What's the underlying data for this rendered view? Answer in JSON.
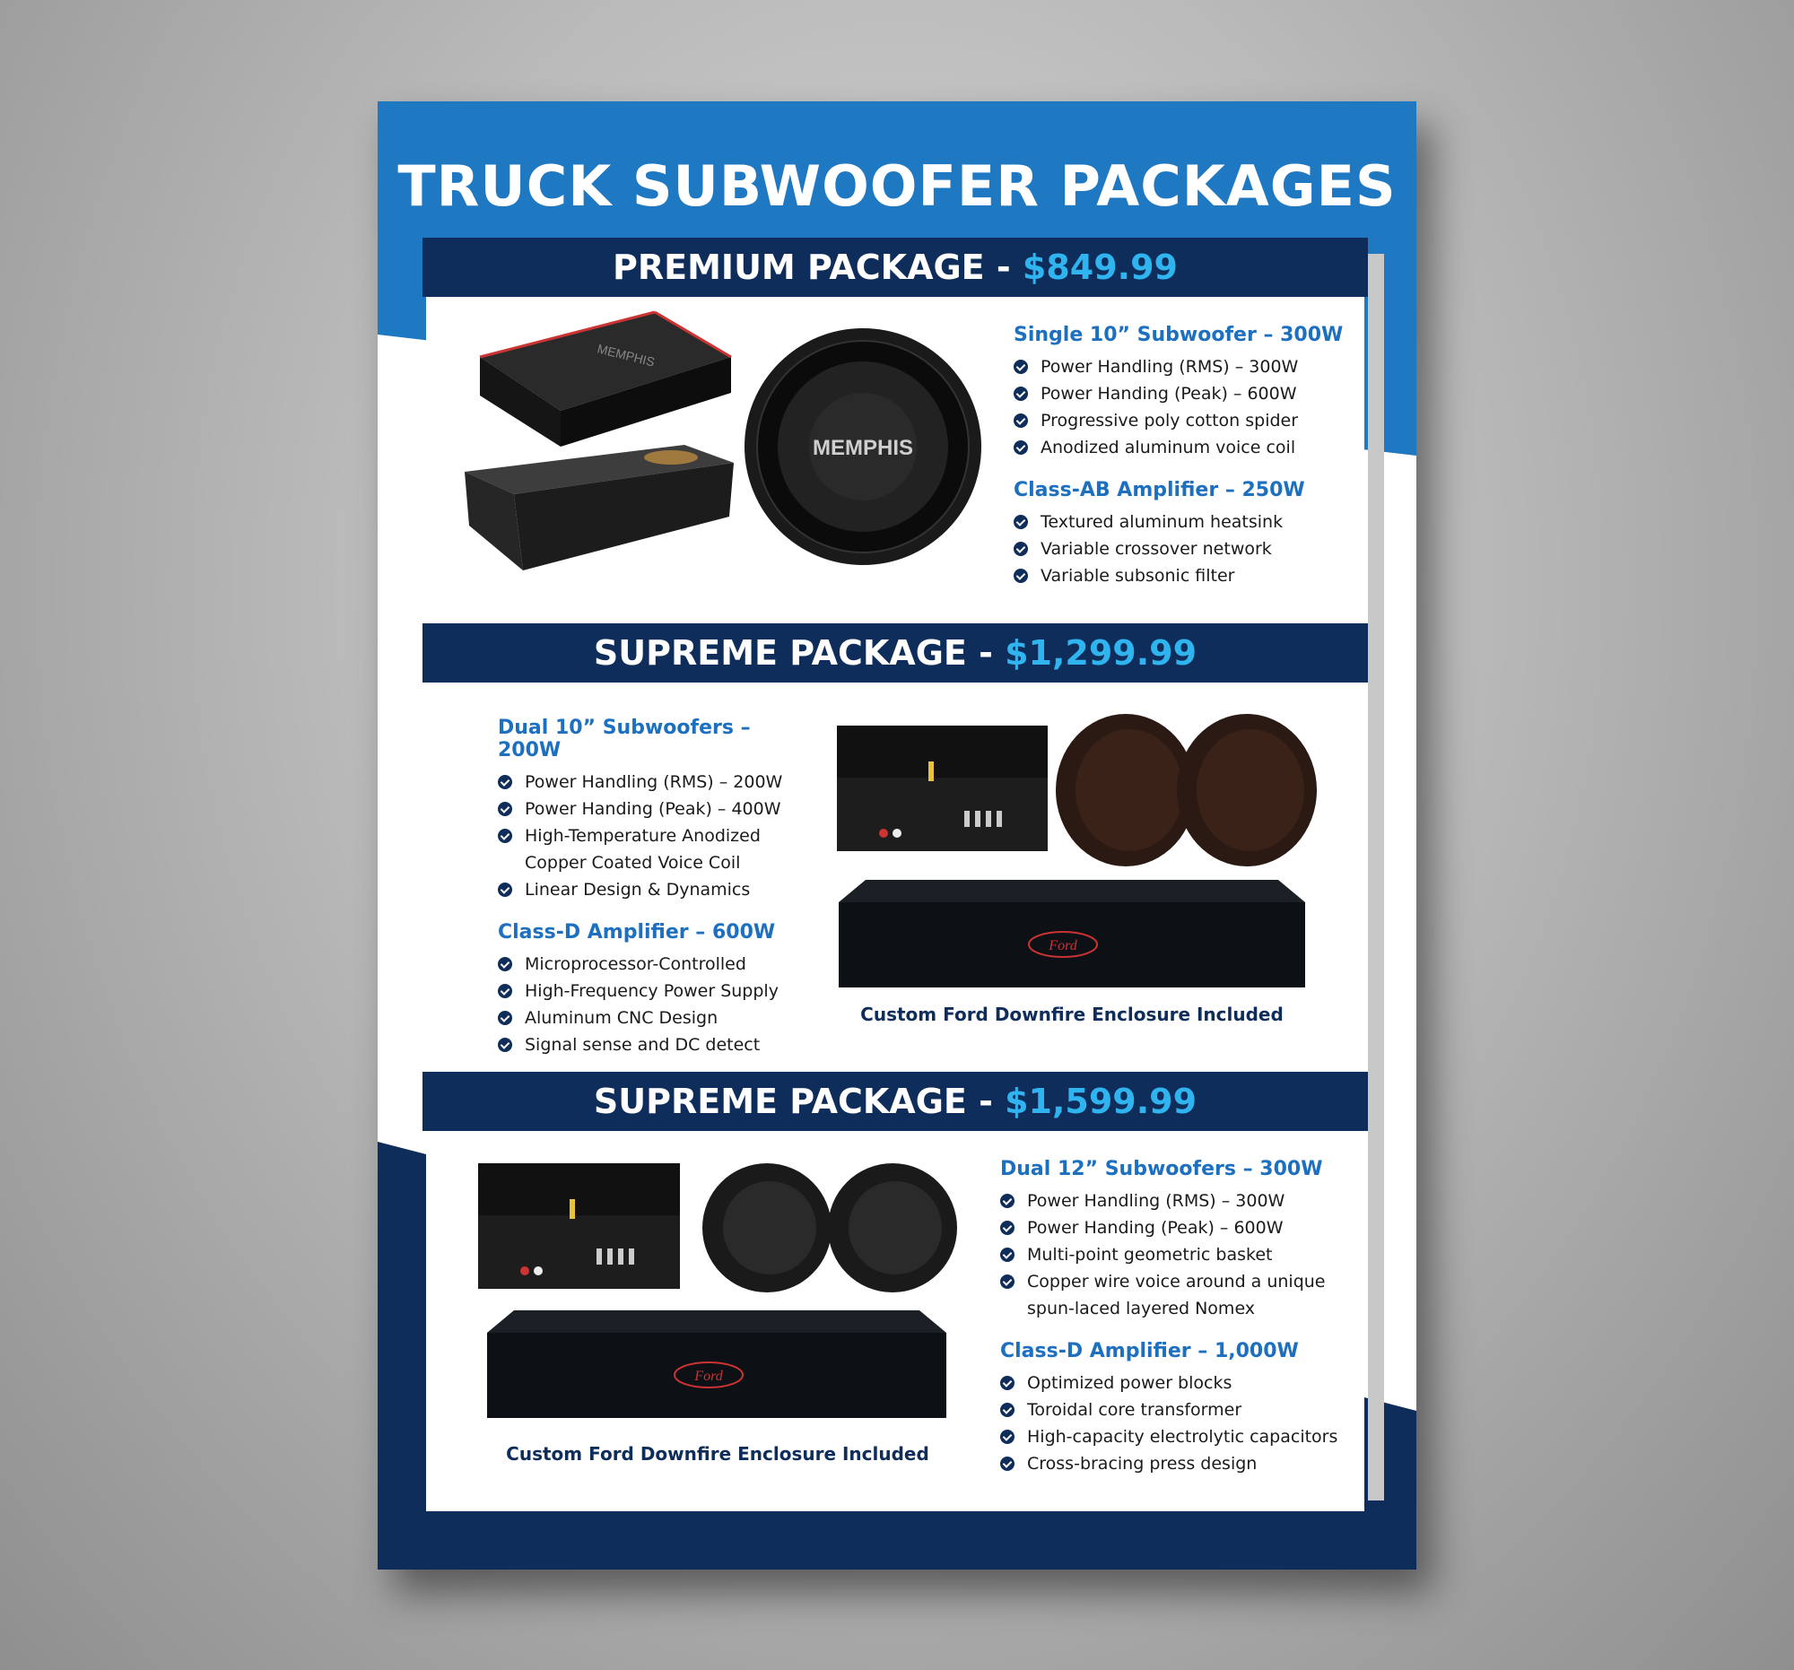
{
  "title": "TRUCK SUBWOOFER PACKAGES",
  "packages": [
    {
      "name": "PREMIUM PACKAGE - ",
      "price": "$849.99",
      "brand_label": "MEMPHIS",
      "specs": [
        {
          "title": "Single 10” Subwoofer – 300W",
          "items": [
            "Power Handling (RMS) – 300W",
            "Power Handing (Peak) – 600W",
            "Progressive poly cotton spider",
            "Anodized aluminum voice coil"
          ]
        },
        {
          "title": "Class-AB Amplifier – 250W",
          "items": [
            "Textured aluminum heatsink",
            "Variable crossover network",
            "Variable subsonic filter"
          ]
        }
      ]
    },
    {
      "name": "SUPREME PACKAGE - ",
      "price": "$1,299.99",
      "caption": "Custom Ford Downfire Enclosure Included",
      "logo": "Ford",
      "specs": [
        {
          "title": "Dual 10” Subwoofers – 200W",
          "items": [
            "Power Handling (RMS) – 200W",
            "Power Handing (Peak) – 400W",
            "High-Temperature Anodized Copper Coated Voice Coil",
            "Linear Design & Dynamics"
          ]
        },
        {
          "title": "Class-D Amplifier – 600W",
          "items": [
            "Microprocessor-Controlled",
            "High-Frequency Power Supply",
            "Aluminum CNC Design",
            "Signal sense and DC detect"
          ]
        }
      ]
    },
    {
      "name": "SUPREME PACKAGE - ",
      "price": "$1,599.99",
      "caption": "Custom Ford Downfire Enclosure Included",
      "logo": "Ford",
      "specs": [
        {
          "title": "Dual 12” Subwoofers – 300W",
          "items": [
            "Power Handling (RMS) – 300W",
            "Power Handing (Peak) – 600W",
            "Multi-point geometric basket",
            "Copper wire voice around a unique spun-laced layered Nomex"
          ]
        },
        {
          "title": "Class-D Amplifier – 1,000W",
          "items": [
            "Optimized power blocks",
            "Toroidal core transformer",
            "High-capacity electrolytic capacitors",
            "Cross-bracing press design"
          ]
        }
      ]
    }
  ]
}
